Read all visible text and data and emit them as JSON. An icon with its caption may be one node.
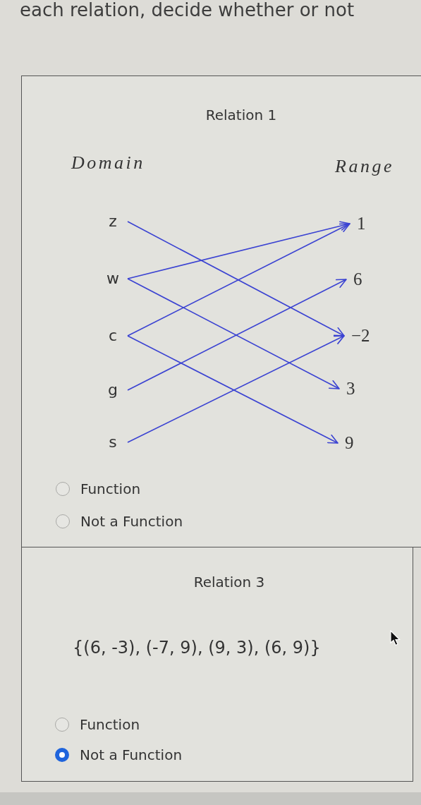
{
  "diagram": {
    "nodes": [
      {
        "text": [
          "Relation 1",
          "Domain",
          "Range",
          "Function",
          "Not a Function"
        ]
      },
      {
        "text": [
          "z"
        ],
        "in": 0
      },
      {
        "text": [
          "w"
        ],
        "in": 0
      },
      {
        "text": [
          "c"
        ],
        "in": 0
      },
      {
        "text": [
          "g"
        ],
        "in": 0
      },
      {
        "text": [
          "s"
        ],
        "in": 0
      },
      {
        "text": [
          "1"
        ],
        "in": 0
      },
      {
        "text": [
          "6"
        ],
        "in": 0
      },
      {
        "text": [
          "−2"
        ],
        "in": 0
      },
      {
        "text": [
          "3"
        ],
        "in": 0
      },
      {
        "text": [
          "9"
        ],
        "in": 0
      },
      {
        "text": [
          "Relation 3",
          "{(6, -3), (-7, 9), (9, 3), (6, 9)}",
          "Function",
          "Not a Function"
        ]
      }
    ],
    "edges": [
      {
        "from": 1,
        "to": 8,
        "arrow": "to"
      },
      {
        "from": 2,
        "to": 6,
        "arrow": "to"
      },
      {
        "from": 2,
        "to": 9,
        "arrow": "to"
      },
      {
        "from": 3,
        "to": 6,
        "arrow": "to"
      },
      {
        "from": 3,
        "to": 10,
        "arrow": "to"
      },
      {
        "from": 4,
        "to": 7,
        "arrow": "to"
      },
      {
        "from": 5,
        "to": 8,
        "arrow": "to"
      }
    ],
    "labels": [
      "each relation, decide whether or not"
    ]
  }
}
